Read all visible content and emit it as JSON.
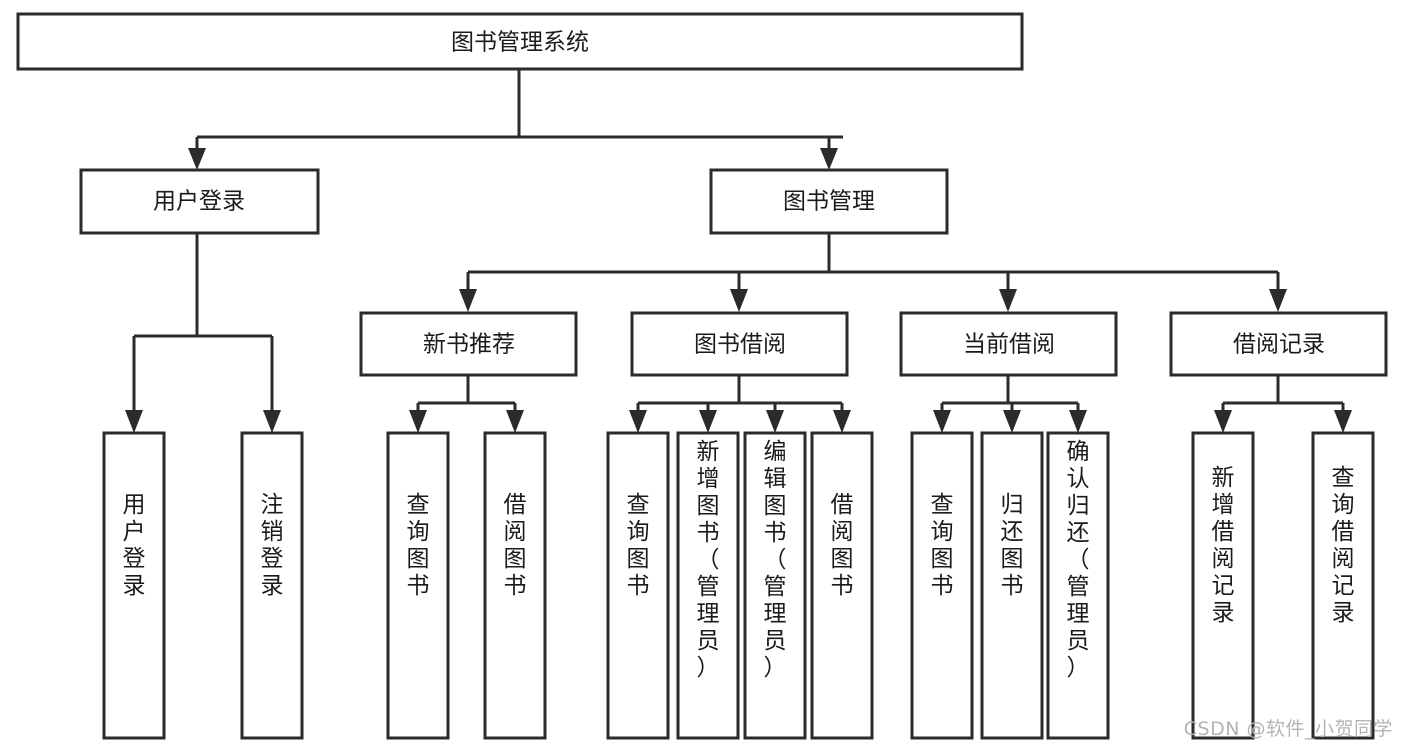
{
  "diagram": {
    "type": "tree-hierarchy",
    "title": "图书管理系统",
    "root": {
      "id": "root",
      "label": "图书管理系统"
    },
    "level2": [
      {
        "id": "user-login",
        "label": "用户登录"
      },
      {
        "id": "book-management",
        "label": "图书管理"
      }
    ],
    "level3": [
      {
        "id": "new-book-recommend",
        "label": "新书推荐",
        "parent": "book-management"
      },
      {
        "id": "book-borrow",
        "label": "图书借阅",
        "parent": "book-management"
      },
      {
        "id": "current-borrow",
        "label": "当前借阅",
        "parent": "book-management"
      },
      {
        "id": "borrow-record",
        "label": "借阅记录",
        "parent": "book-management"
      }
    ],
    "leaves": [
      {
        "id": "leaf-user-login",
        "label": "用户登录",
        "parent": "user-login"
      },
      {
        "id": "leaf-logout-login",
        "label": "注销登录",
        "parent": "user-login"
      },
      {
        "id": "leaf-query-book-1",
        "label": "查询图书",
        "parent": "new-book-recommend"
      },
      {
        "id": "leaf-borrow-book-1",
        "label": "借阅图书",
        "parent": "new-book-recommend"
      },
      {
        "id": "leaf-query-book-2",
        "label": "查询图书",
        "parent": "book-borrow"
      },
      {
        "id": "leaf-add-book",
        "label": "新增图书（管理员）",
        "parent": "book-borrow"
      },
      {
        "id": "leaf-edit-book",
        "label": "编辑图书（管理员）",
        "parent": "book-borrow"
      },
      {
        "id": "leaf-borrow-book-2",
        "label": "借阅图书",
        "parent": "book-borrow"
      },
      {
        "id": "leaf-query-book-3",
        "label": "查询图书",
        "parent": "current-borrow"
      },
      {
        "id": "leaf-return-book",
        "label": "归还图书",
        "parent": "current-borrow"
      },
      {
        "id": "leaf-confirm-return",
        "label": "确认归还（管理员）",
        "parent": "current-borrow"
      },
      {
        "id": "leaf-add-record",
        "label": "新增借阅记录",
        "parent": "borrow-record"
      },
      {
        "id": "leaf-query-record",
        "label": "查询借阅记录",
        "parent": "borrow-record"
      }
    ],
    "colors": {
      "stroke": "#2b2b2b",
      "fill": "#ffffff",
      "text": "#1b1b1b",
      "watermark": "#b4b4b4"
    }
  },
  "watermark": {
    "text": "CSDN @软件_小贺同学"
  }
}
